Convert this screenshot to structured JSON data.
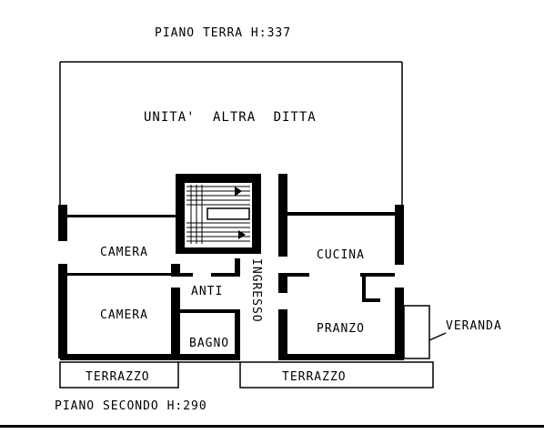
{
  "header": {
    "title": "PIANO TERRA H:337"
  },
  "footer": {
    "subtitle": "PIANO SECONDO H:290"
  },
  "rooms": {
    "other_unit": "UNITA' ALTRA DITTA",
    "camera_top": "CAMERA",
    "camera_bottom": "CAMERA",
    "anti": "ANTI",
    "bagno": "BAGNO",
    "ingresso": "INGRESSO",
    "cucina": "CUCINA",
    "pranzo": "PRANZO",
    "veranda": "VERANDA",
    "terrazzo_left": "TERRAZZO",
    "terrazzo_right": "TERRAZZO"
  }
}
